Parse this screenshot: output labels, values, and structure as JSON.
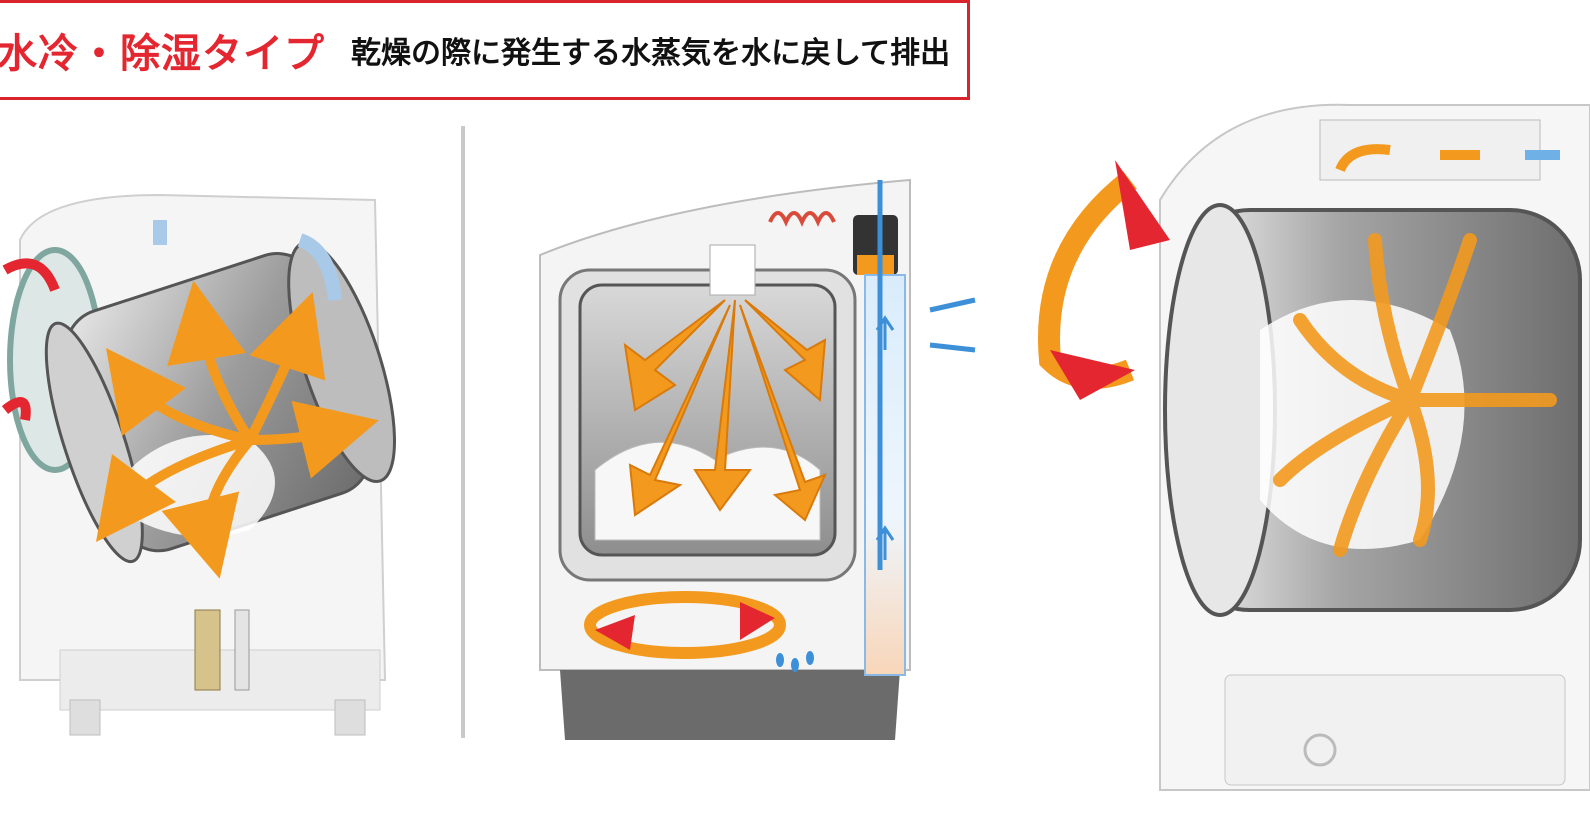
{
  "header": {
    "title": "水冷・除湿タイプ",
    "subtitle": "乾燥の際に発生する水蒸気を水に戻して排出"
  },
  "colors": {
    "accent_red": "#e3262f",
    "hot_air": "#f39a1e",
    "cool_water": "#3d8fd8",
    "machine_body": "#f2f2f2",
    "drum_metal": "#9a9a9a"
  },
  "panels": [
    {
      "name": "left-drum-machine",
      "icon": "tilted-drum-washer"
    },
    {
      "name": "center-cross-section",
      "icon": "vertical-washer-cross-section"
    },
    {
      "name": "right-drum-closeup",
      "icon": "drum-closeup"
    }
  ]
}
